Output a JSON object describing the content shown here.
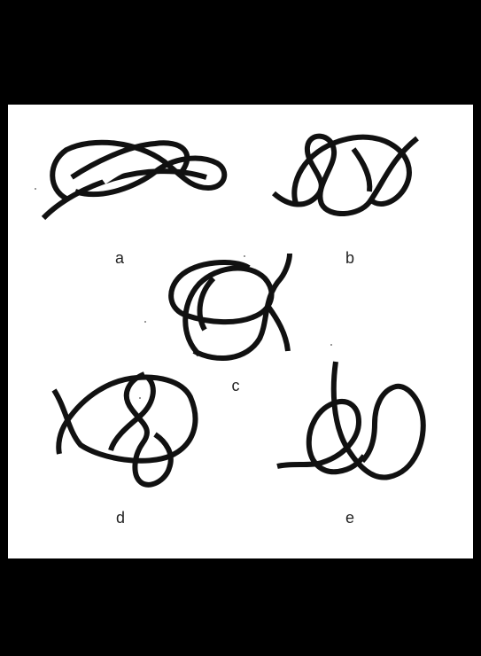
{
  "figure": {
    "background": "#ffffff",
    "frame": "#000000",
    "stroke_color": "#111111",
    "knots": [
      {
        "id": "a",
        "label": "a"
      },
      {
        "id": "b",
        "label": "b"
      },
      {
        "id": "c",
        "label": "c"
      },
      {
        "id": "d",
        "label": "d"
      },
      {
        "id": "e",
        "label": "e"
      }
    ]
  }
}
